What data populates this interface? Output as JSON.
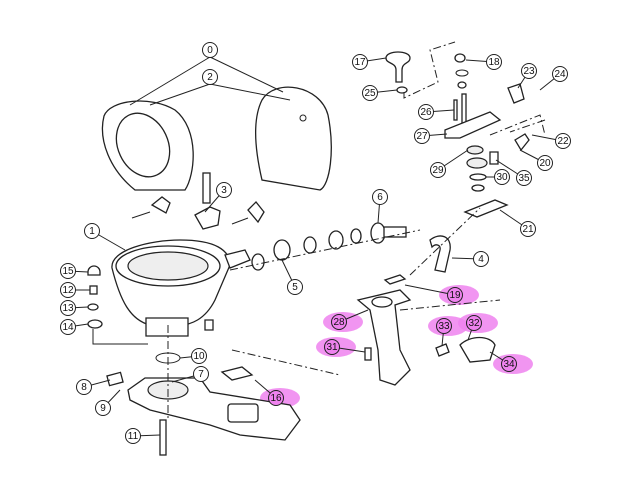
{
  "diagram": {
    "highlight_color": "#ee82ee",
    "callouts": [
      {
        "label": "0",
        "highlighted": false
      },
      {
        "label": "2",
        "highlighted": false
      },
      {
        "label": "3",
        "highlighted": false
      },
      {
        "label": "1",
        "highlighted": false
      },
      {
        "label": "15",
        "highlighted": false
      },
      {
        "label": "12",
        "highlighted": false
      },
      {
        "label": "13",
        "highlighted": false
      },
      {
        "label": "14",
        "highlighted": false
      },
      {
        "label": "10",
        "highlighted": false
      },
      {
        "label": "7",
        "highlighted": false
      },
      {
        "label": "8",
        "highlighted": false
      },
      {
        "label": "9",
        "highlighted": false
      },
      {
        "label": "11",
        "highlighted": false
      },
      {
        "label": "16",
        "highlighted": true
      },
      {
        "label": "5",
        "highlighted": false
      },
      {
        "label": "6",
        "highlighted": false
      },
      {
        "label": "4",
        "highlighted": false
      },
      {
        "label": "17",
        "highlighted": false
      },
      {
        "label": "25",
        "highlighted": false
      },
      {
        "label": "18",
        "highlighted": false
      },
      {
        "label": "26",
        "highlighted": false
      },
      {
        "label": "27",
        "highlighted": false
      },
      {
        "label": "29",
        "highlighted": false
      },
      {
        "label": "30",
        "highlighted": false
      },
      {
        "label": "35",
        "highlighted": false
      },
      {
        "label": "20",
        "highlighted": false
      },
      {
        "label": "22",
        "highlighted": false
      },
      {
        "label": "23",
        "highlighted": false
      },
      {
        "label": "24",
        "highlighted": false
      },
      {
        "label": "21",
        "highlighted": false
      },
      {
        "label": "19",
        "highlighted": true
      },
      {
        "label": "28",
        "highlighted": true
      },
      {
        "label": "31",
        "highlighted": true
      },
      {
        "label": "33",
        "highlighted": true
      },
      {
        "label": "32",
        "highlighted": true
      },
      {
        "label": "34",
        "highlighted": true
      }
    ]
  }
}
